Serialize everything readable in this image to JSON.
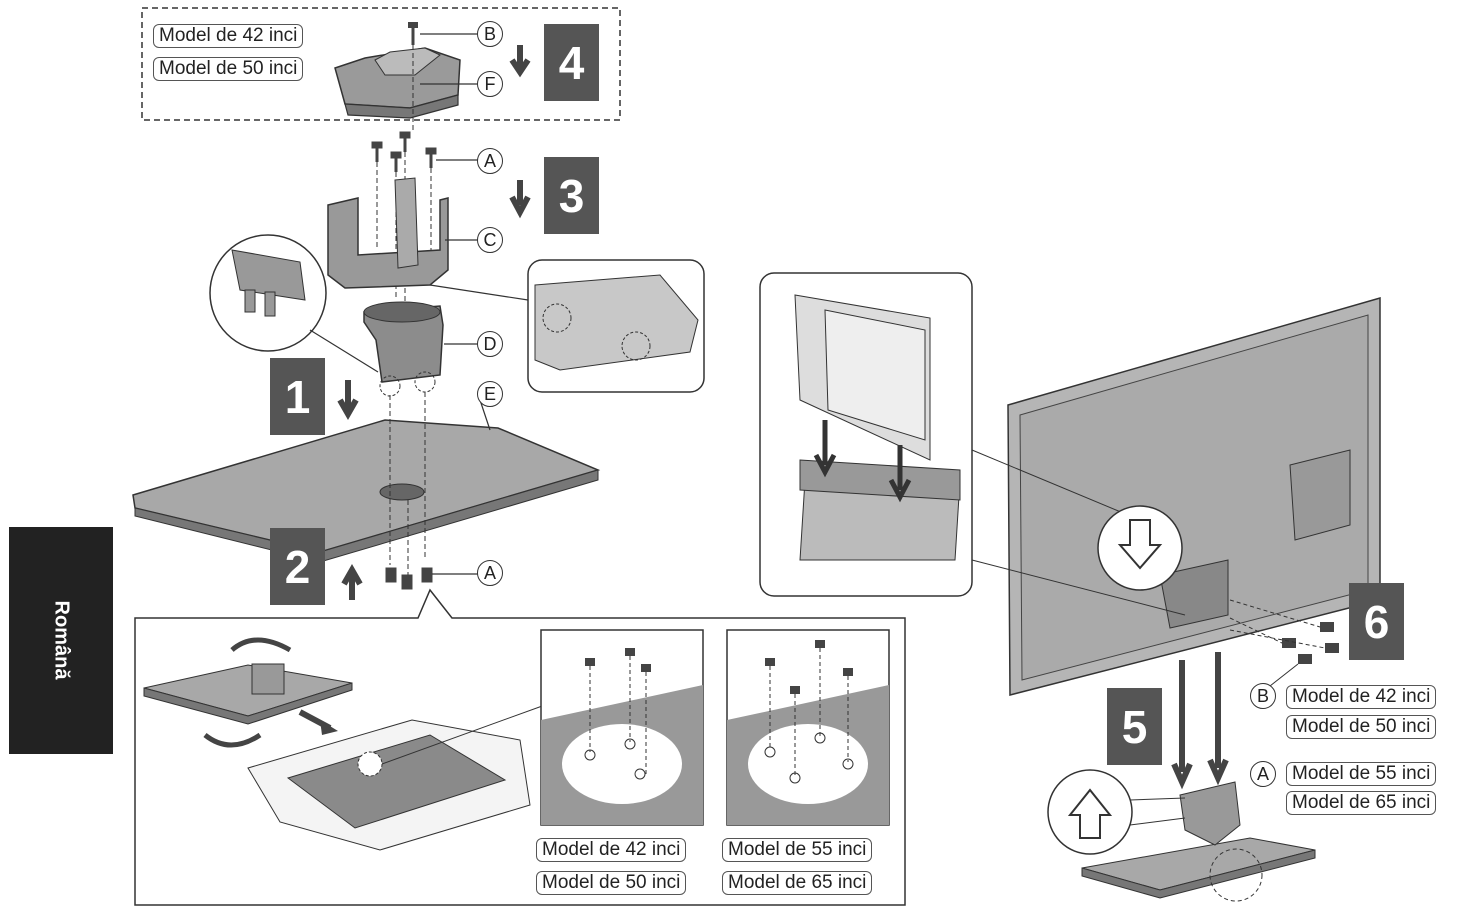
{
  "language_tab": "Română",
  "models": {
    "m42": "Model de 42 inci",
    "m50": "Model de 50 inci",
    "m55": "Model de 55 inci",
    "m65": "Model de 65 inci"
  },
  "steps": [
    "1",
    "2",
    "3",
    "4",
    "5",
    "6"
  ],
  "parts": {
    "a": "A",
    "b": "B",
    "c": "C",
    "d": "D",
    "e": "E",
    "f": "F"
  }
}
